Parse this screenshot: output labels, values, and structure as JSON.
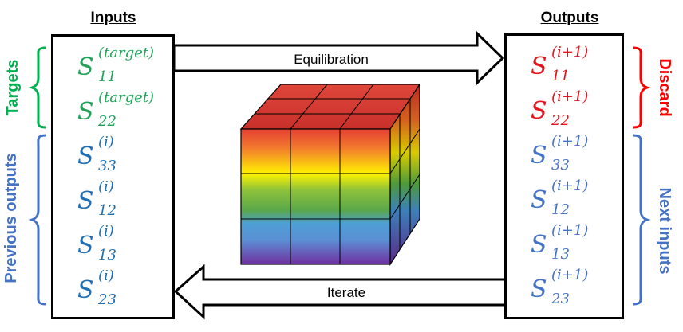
{
  "headers": {
    "inputs": "Inputs",
    "outputs": "Outputs"
  },
  "arrows": {
    "top": "Equilibration",
    "bottom": "Iterate"
  },
  "side_labels": {
    "targets": "Targets",
    "previous_outputs": "Previous outputs",
    "discard": "Discard",
    "next_inputs": "Next inputs"
  },
  "inputs": [
    {
      "base": "S",
      "sup": "(target)",
      "sub": "11",
      "color": "#21a35a"
    },
    {
      "base": "S",
      "sup": "(target)",
      "sub": "22",
      "color": "#21a35a"
    },
    {
      "base": "S",
      "sup": "(i)",
      "sub": "33",
      "color": "#1f6fb2"
    },
    {
      "base": "S",
      "sup": "(i)",
      "sub": "12",
      "color": "#1f6fb2"
    },
    {
      "base": "S",
      "sup": "(i)",
      "sub": "13",
      "color": "#1f6fb2"
    },
    {
      "base": "S",
      "sup": "(i)",
      "sub": "23",
      "color": "#1f6fb2"
    }
  ],
  "outputs": [
    {
      "base": "S",
      "sup": "(i+1)",
      "sub": "11",
      "color": "#e8141c"
    },
    {
      "base": "S",
      "sup": "(i+1)",
      "sub": "22",
      "color": "#e8141c"
    },
    {
      "base": "S",
      "sup": "(i+1)",
      "sub": "33",
      "color": "#4472c4"
    },
    {
      "base": "S",
      "sup": "(i+1)",
      "sub": "12",
      "color": "#4472c4"
    },
    {
      "base": "S",
      "sup": "(i+1)",
      "sub": "13",
      "color": "#4472c4"
    },
    {
      "base": "S",
      "sup": "(i+1)",
      "sub": "23",
      "color": "#4472c4"
    }
  ],
  "colors": {
    "green": "#00b050",
    "red": "#ff0000",
    "blue": "#4472c4"
  },
  "cube_icon": "rainbow-cube-icon"
}
